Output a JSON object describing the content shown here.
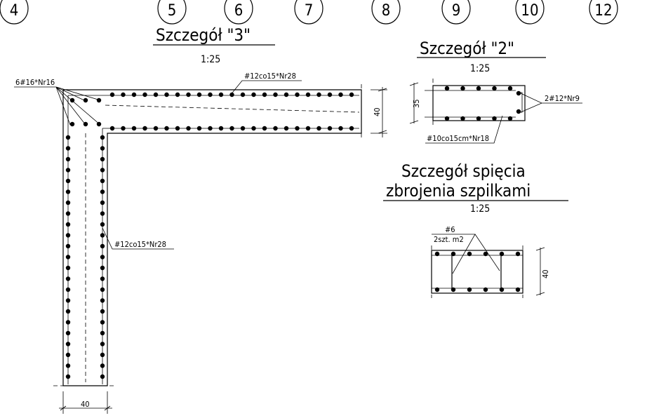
{
  "grid_axes": [
    "4",
    "5",
    "6",
    "7",
    "8",
    "9",
    "10",
    "12"
  ],
  "detail3": {
    "title": "Szczegół \"3\"",
    "scale": "1:25",
    "label_corner": "6#16*Nr16",
    "label_slab": "#12co15*Nr28",
    "label_wall": "#12co15*Nr28",
    "dim_slab": "40",
    "dim_wall": "40"
  },
  "detail2": {
    "title": "Szczegół \"2\"",
    "scale": "1:25",
    "dim": "35",
    "label_side": "2#12*Nr9",
    "label_bottom": "#10co15cm*Nr18"
  },
  "detail_pins": {
    "title_line1": "Szczegół spięcia",
    "title_line2": "zbrojenia szpilkami",
    "scale": "1:25",
    "label_bar": "#6",
    "label_qty": "2szt. m2",
    "dim": "40"
  },
  "colors": {
    "ink": "#000000",
    "paper": "#ffffff"
  }
}
